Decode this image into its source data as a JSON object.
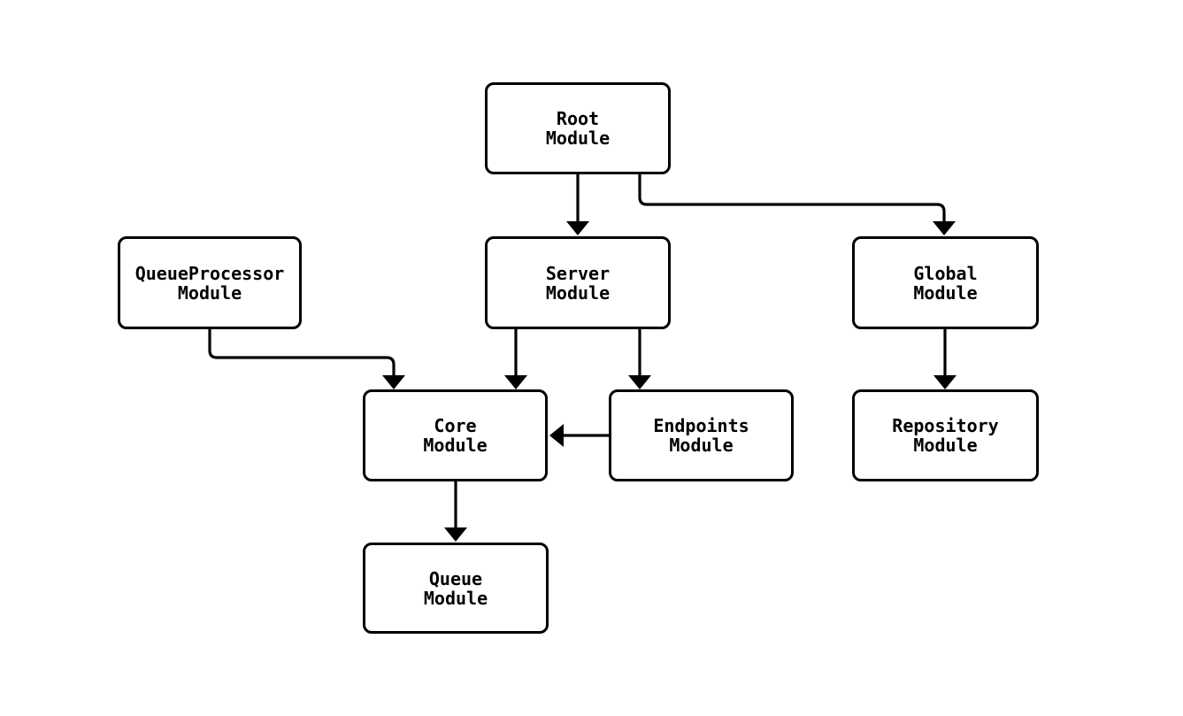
{
  "diagram": {
    "kind": "module-dependency-flowchart",
    "colors": {
      "background": "#ffffff",
      "node_border": "#000000",
      "node_fill": "#ffffff",
      "edge_stroke": "#000000",
      "text": "#000000"
    },
    "nodes": [
      {
        "id": "root",
        "name": "Root",
        "type": "Module"
      },
      {
        "id": "queueprocessor",
        "name": "QueueProcessor",
        "type": "Module"
      },
      {
        "id": "server",
        "name": "Server",
        "type": "Module"
      },
      {
        "id": "global",
        "name": "Global",
        "type": "Module"
      },
      {
        "id": "core",
        "name": "Core",
        "type": "Module"
      },
      {
        "id": "endpoints",
        "name": "Endpoints",
        "type": "Module"
      },
      {
        "id": "repository",
        "name": "Repository",
        "type": "Module"
      },
      {
        "id": "queue",
        "name": "Queue",
        "type": "Module"
      }
    ],
    "edges": [
      {
        "from": "Root Module",
        "to": "Server Module"
      },
      {
        "from": "Root Module",
        "to": "Global Module"
      },
      {
        "from": "QueueProcessor Module",
        "to": "Core Module"
      },
      {
        "from": "Server Module",
        "to": "Core Module"
      },
      {
        "from": "Server Module",
        "to": "Endpoints Module"
      },
      {
        "from": "Endpoints Module",
        "to": "Core Module"
      },
      {
        "from": "Global Module",
        "to": "Repository Module"
      },
      {
        "from": "Core Module",
        "to": "Queue Module"
      }
    ]
  }
}
